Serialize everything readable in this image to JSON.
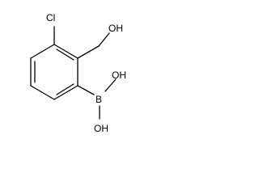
{
  "molecule": {
    "labels": {
      "chlorine": "Cl",
      "hydroxymethyl_oh": "OH",
      "boron": "B",
      "boronic_oh_upper": "OH",
      "boronic_oh_lower": "OH"
    }
  }
}
